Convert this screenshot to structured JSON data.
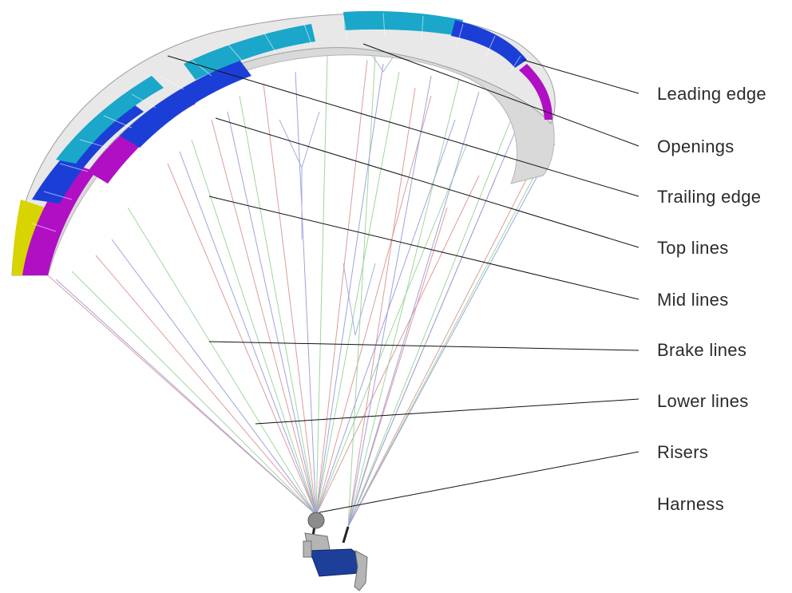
{
  "labels": {
    "leading_edge": "Leading edge",
    "openings": "Openings",
    "trailing_edge": "Trailing edge",
    "top_lines": "Top lines",
    "mid_lines": "Mid lines",
    "brake_lines": "Brake lines",
    "lower_lines": "Lower lines",
    "risers": "Risers",
    "harness": "Harness"
  },
  "colors": {
    "text": "#2b2b2b",
    "leader_line": "#111111",
    "wing_white": "#e6e6e6",
    "wing_cyan": "#1aa7c9",
    "wing_blue": "#1b3fd6",
    "wing_magenta": "#b10fc4",
    "wing_yellow": "#d7d400",
    "line_red": "#d98a8a",
    "line_green": "#8fcf8f",
    "line_blue": "#8f93d8",
    "harness_blue": "#1d3f9a",
    "pilot_grey": "#a9a9a9"
  }
}
